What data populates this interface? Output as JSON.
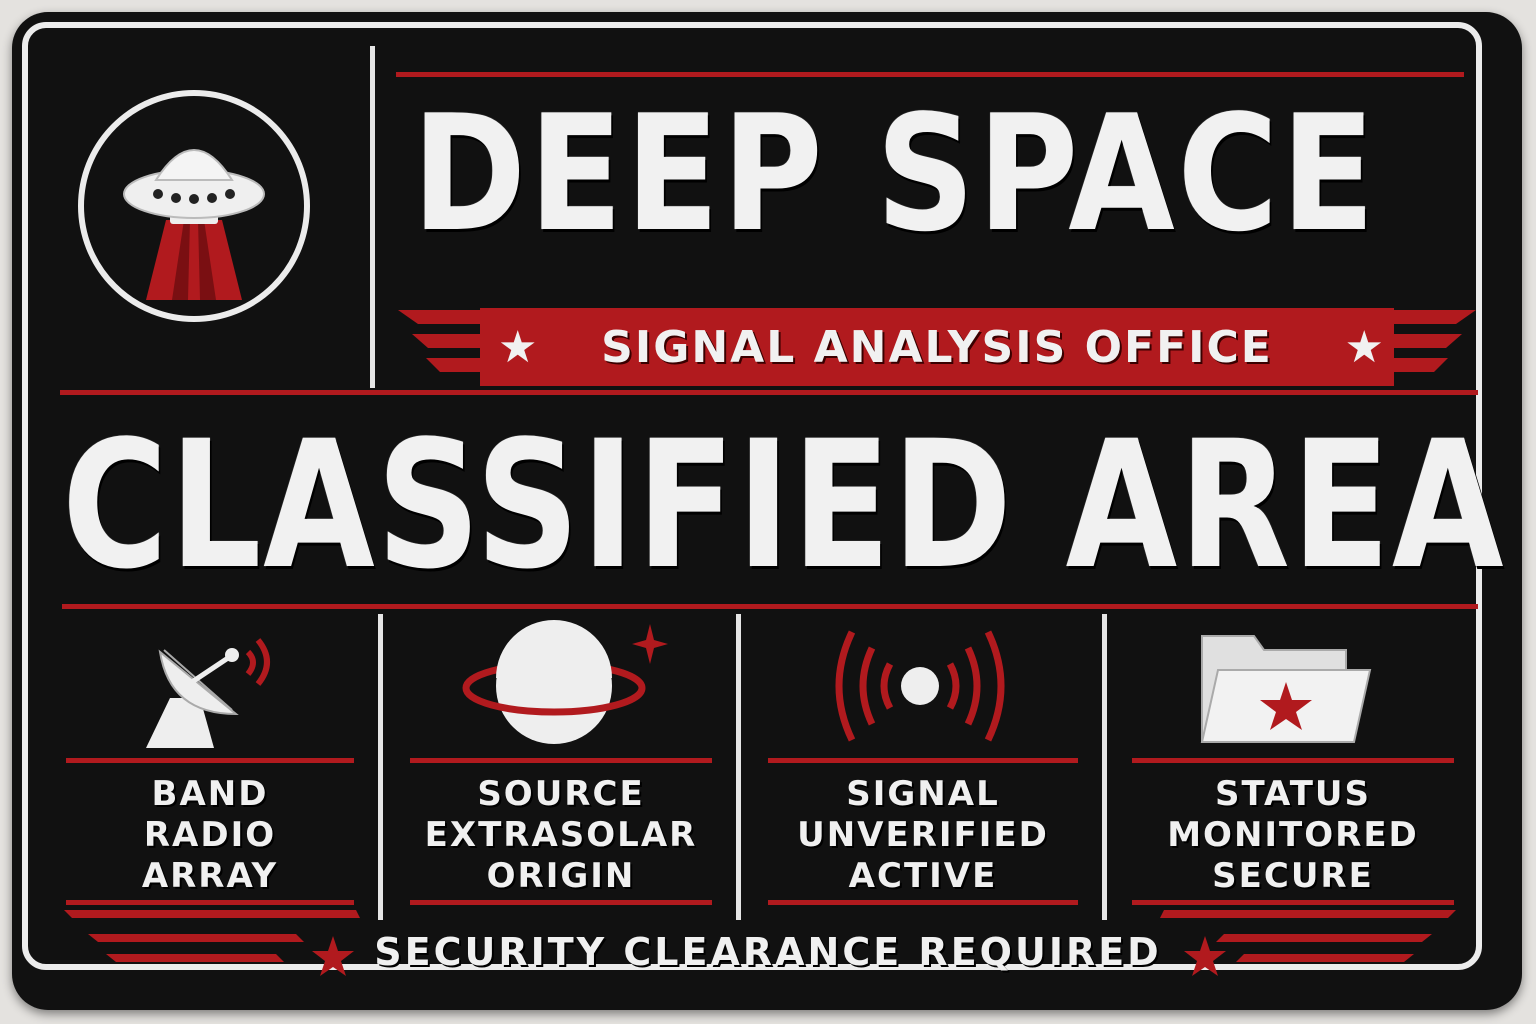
{
  "header": {
    "title": "DEEP SPACE",
    "subtitle": "SIGNAL ANALYSIS OFFICE",
    "star_glyph": "★"
  },
  "main": {
    "headline": "CLASSIFIED AREA"
  },
  "panels": [
    {
      "line1": "BAND",
      "line2": "RADIO",
      "line3": "ARRAY",
      "icon": "satellite-dish-icon"
    },
    {
      "line1": "SOURCE",
      "line2": "EXTRASOLAR",
      "line3": "ORIGIN",
      "icon": "planet-icon"
    },
    {
      "line1": "SIGNAL",
      "line2": "UNVERIFIED",
      "line3": "ACTIVE",
      "icon": "signal-waves-icon"
    },
    {
      "line1": "STATUS",
      "line2": "MONITORED",
      "line3": "SECURE",
      "icon": "classified-folder-icon"
    }
  ],
  "footer": {
    "text": "SECURITY CLEARANCE REQUIRED"
  },
  "colors": {
    "background": "#111111",
    "accent_red": "#b11a1e",
    "text_white": "#f1f1f1"
  }
}
